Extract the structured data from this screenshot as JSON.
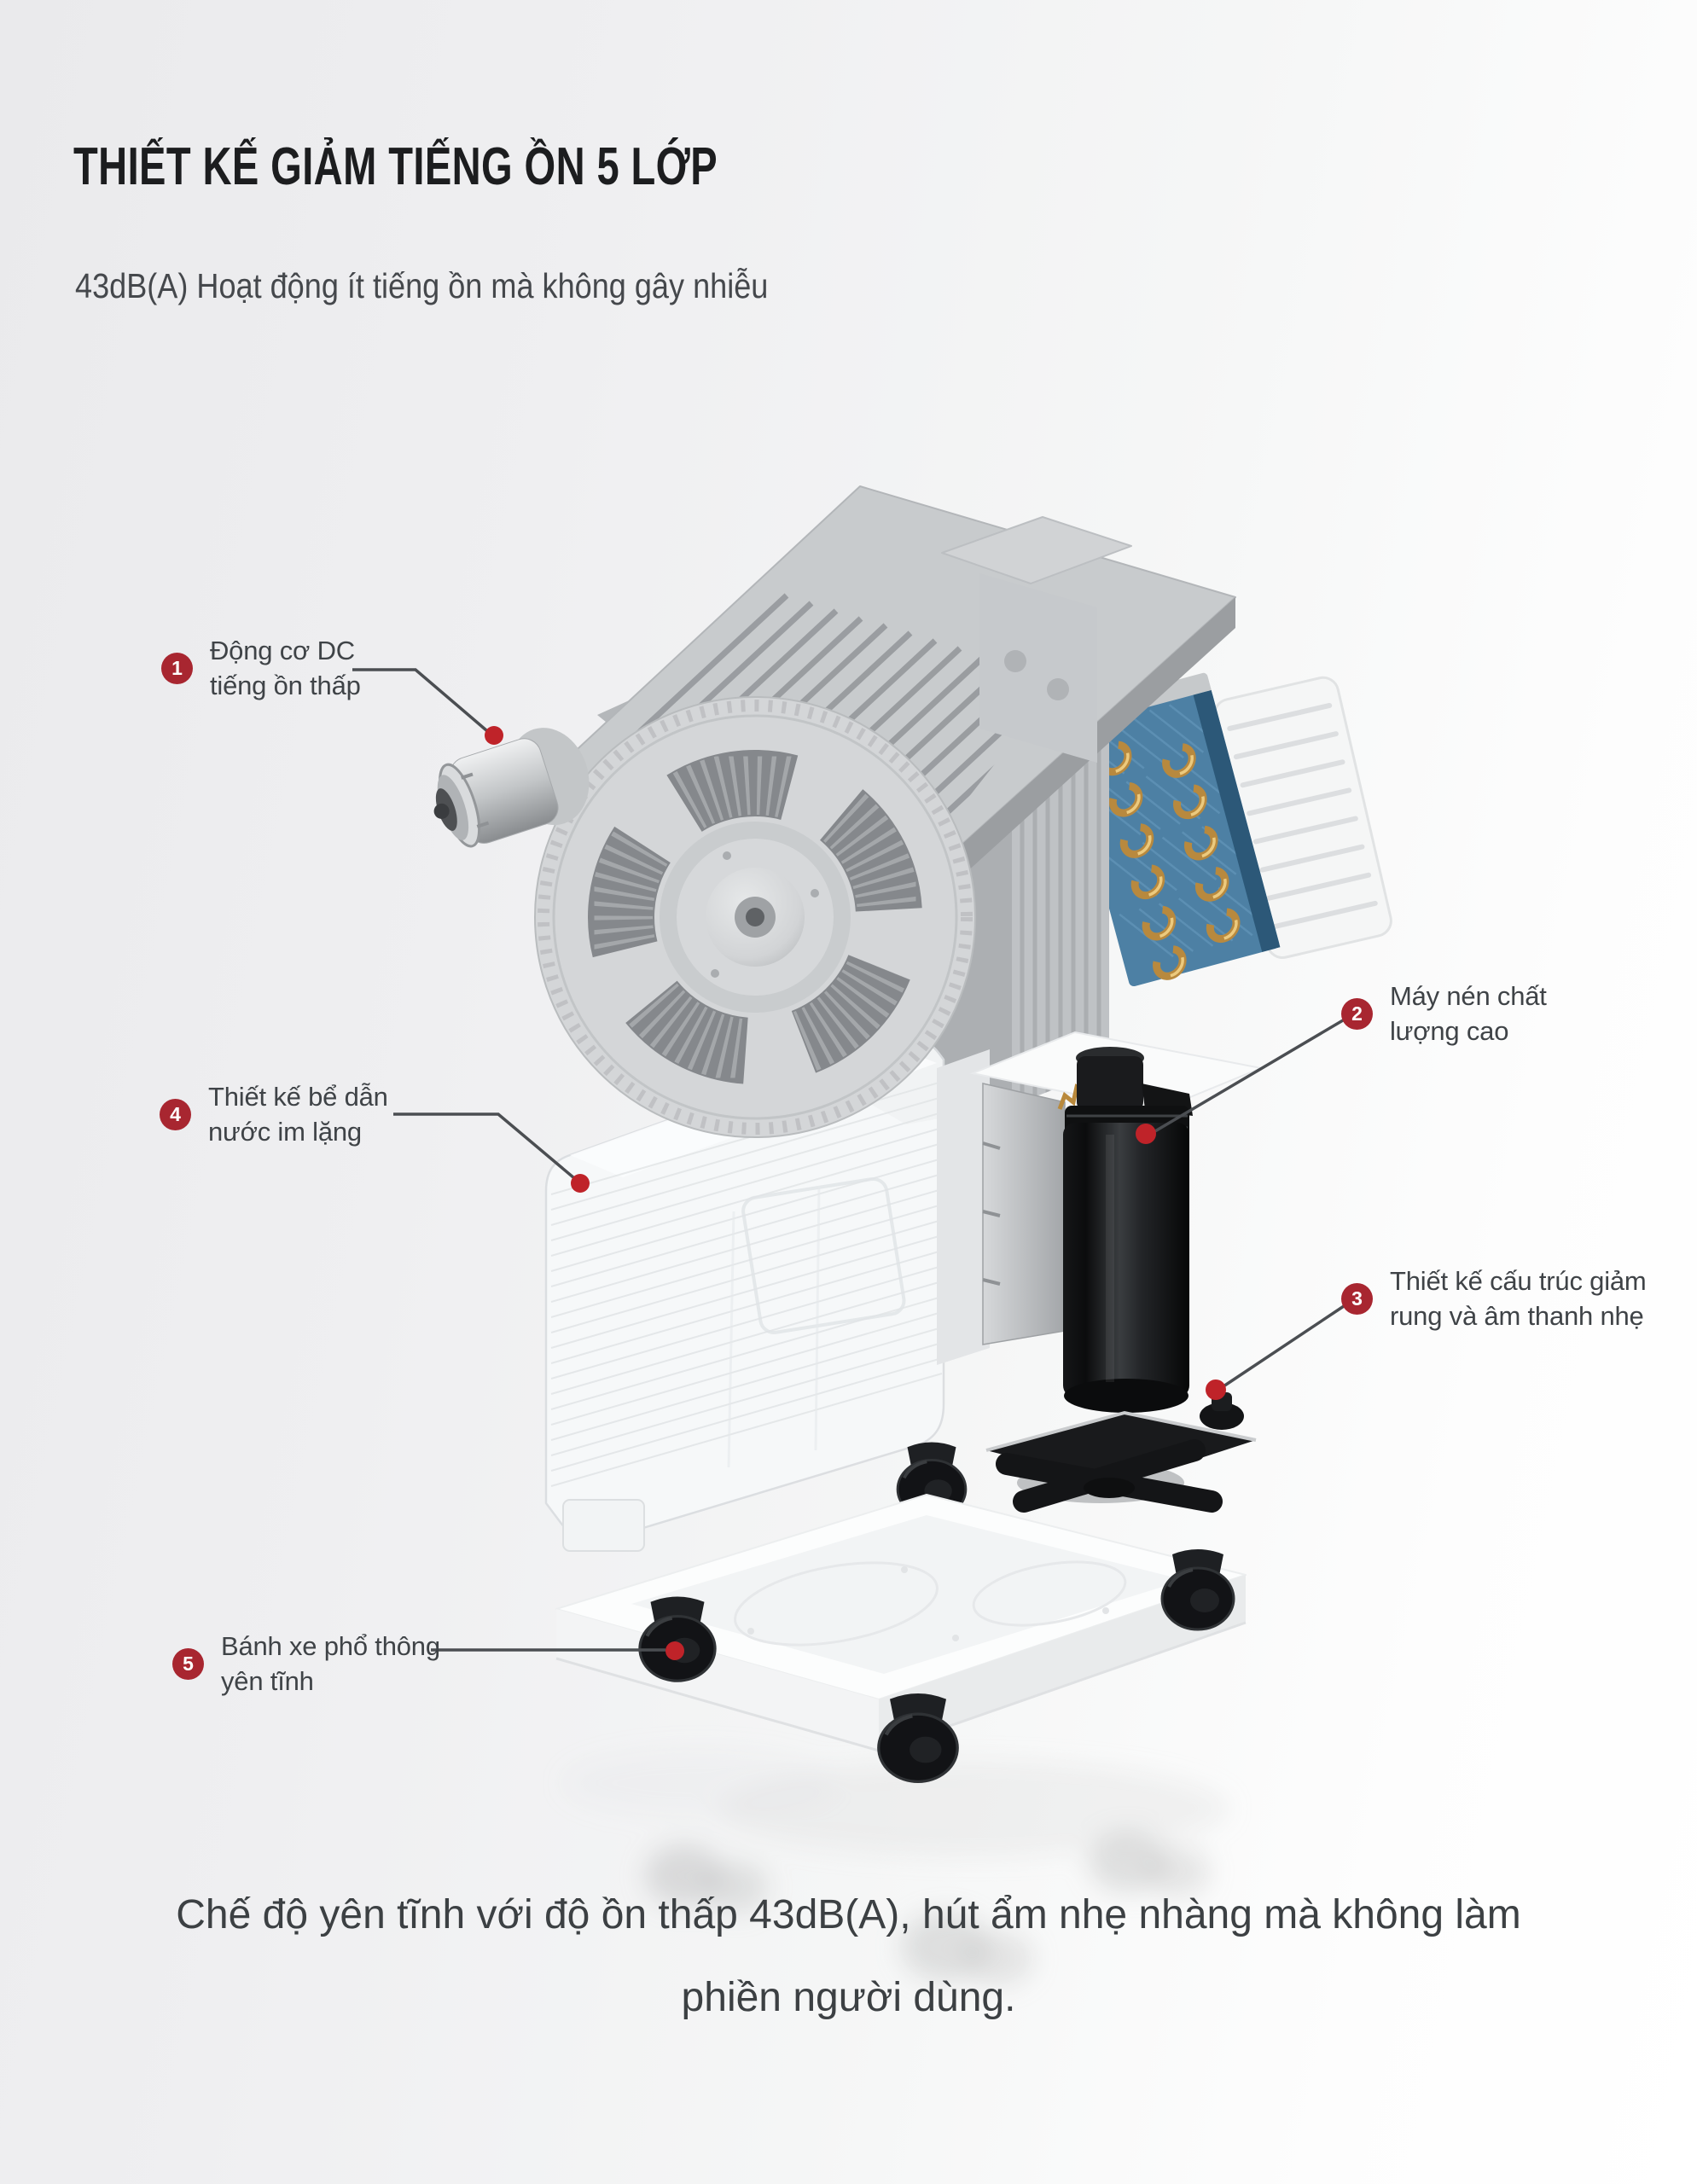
{
  "header": {
    "title": "THIẾT KẾ GIẢM TIẾNG ỒN 5 LỚP",
    "subtitle": "43dB(A) Hoạt động ít tiếng ồn mà không gây nhiễu"
  },
  "callouts": [
    {
      "number": "1",
      "label_line1": "Động cơ DC",
      "label_line2": "tiếng ồn thấp"
    },
    {
      "number": "2",
      "label_line1": "Máy nén chất",
      "label_line2": "lượng cao"
    },
    {
      "number": "3",
      "label_line1": "Thiết kế cấu trúc giảm",
      "label_line2": "rung và âm thanh nhẹ"
    },
    {
      "number": "4",
      "label_line1": "Thiết kế bể dẫn",
      "label_line2": "nước im lặng"
    },
    {
      "number": "5",
      "label_line1": "Bánh xe phổ thông",
      "label_line2": "yên tĩnh"
    }
  ],
  "footer": {
    "line1": "Chế độ yên tĩnh với độ ồn thấp 43dB(A), hút ẩm nhẹ nhàng mà không làm",
    "line2": "phiền người dùng."
  },
  "illustration": {
    "type": "exploded-view-product-render",
    "parts": [
      "top-cover",
      "blower-wheel",
      "dc-motor",
      "condenser-coil",
      "air-outlet-grille",
      "water-tank",
      "compressor",
      "compressor-mount",
      "base-platform",
      "caster-wheels"
    ]
  },
  "colors": {
    "badge_red": "#a82630",
    "dot_red": "#bf2329",
    "leader_line": "#4b4e52",
    "title_text": "#1c1d1f",
    "body_text": "#3f4347"
  }
}
